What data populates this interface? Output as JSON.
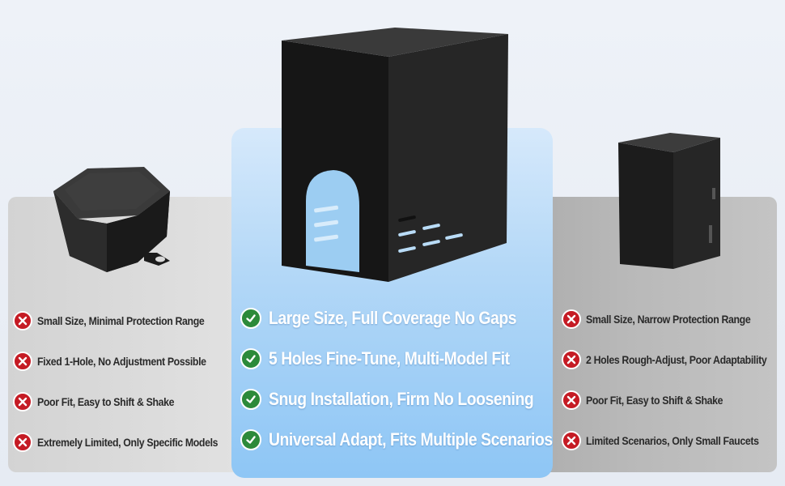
{
  "left_column": {
    "features": [
      "Small Size, Minimal Protection Range",
      "Fixed 1-Hole, No Adjustment Possible",
      "Poor Fit, Easy to Shift & Shake",
      "Extremely Limited, Only Specific Models"
    ],
    "icon": "x-cross-icon"
  },
  "center_column": {
    "features": [
      "Large Size, Full Coverage No Gaps",
      "5 Holes Fine-Tune, Multi-Model Fit",
      "Snug Installation, Firm No Loosening",
      "Universal Adapt, Fits Multiple Scenarios"
    ],
    "icon": "check-icon"
  },
  "right_column": {
    "features": [
      "Small Size, Narrow Protection Range",
      "2 Holes Rough-Adjust, Poor Adaptability",
      "Poor Fit, Easy to Shift & Shake",
      "Limited Scenarios, Only Small Faucets"
    ],
    "icon": "x-cross-icon"
  },
  "colors": {
    "negative_icon": "#c51b24",
    "positive_icon": "#2c8a3a",
    "highlight_panel": "#8ec6f5",
    "product_body": "#1f1f1f"
  }
}
